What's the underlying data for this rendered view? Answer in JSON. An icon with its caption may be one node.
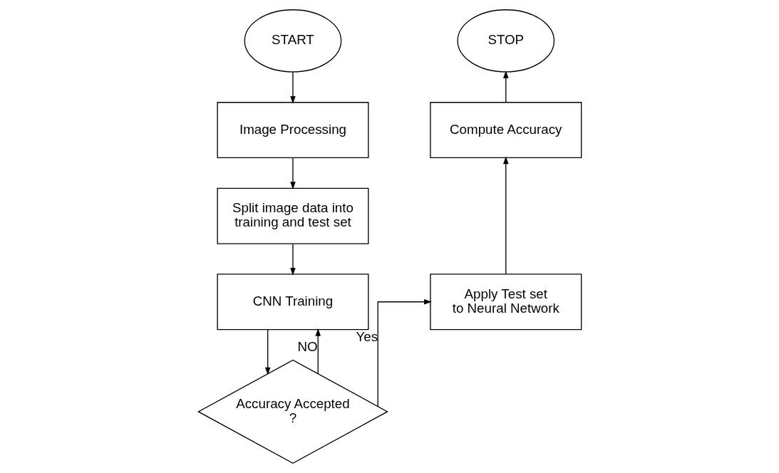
{
  "diagram": {
    "nodes": [
      {
        "text": [
          "START"
        ]
      },
      {
        "text": [
          "Image Processing"
        ]
      },
      {
        "text": [
          "Split image data into training and test set"
        ]
      },
      {
        "text": [
          "CNN Training"
        ]
      },
      {
        "text": [
          "Accuracy Accepted ?"
        ]
      },
      {
        "text": [
          "Apply Test set to Neural Network"
        ]
      },
      {
        "text": [
          "Compute Accuracy"
        ]
      },
      {
        "text": [
          "STOP"
        ]
      }
    ],
    "edges": [
      {
        "from": 0,
        "to": 1,
        "arrow": "to"
      },
      {
        "from": 1,
        "to": 2,
        "arrow": "to"
      },
      {
        "from": 2,
        "to": 3,
        "arrow": "to"
      },
      {
        "from": 3,
        "to": 4,
        "arrow": "to"
      },
      {
        "from": 4,
        "to": 5,
        "arrow": "to",
        "label": "Yes"
      },
      {
        "from": 4,
        "to": 3,
        "arrow": "to",
        "label": "NO"
      },
      {
        "from": 5,
        "to": 6,
        "arrow": "to"
      },
      {
        "from": 6,
        "to": 7,
        "arrow": "to"
      }
    ]
  }
}
